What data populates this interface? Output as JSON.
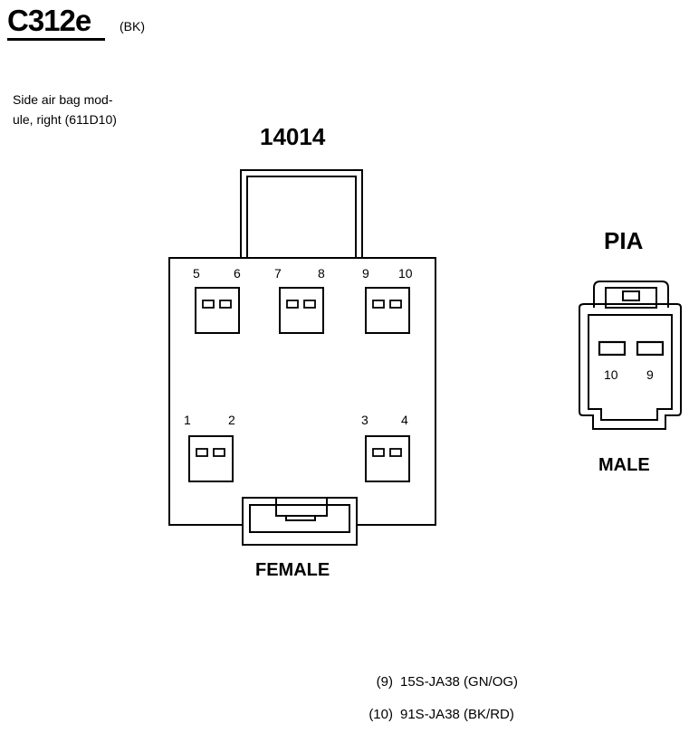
{
  "header": {
    "connector_id": "C312e",
    "color_code": "(BK)"
  },
  "description": {
    "line1": "Side air bag mod-",
    "line2": "ule, right (611D10)"
  },
  "female_connector": {
    "part_number": "14014",
    "label": "FEMALE",
    "pins_top": [
      "5",
      "6",
      "7",
      "8",
      "9",
      "10"
    ],
    "pins_bottom": [
      "1",
      "2",
      "3",
      "4"
    ]
  },
  "male_connector": {
    "title": "PIA",
    "label": "MALE",
    "pins": [
      "10",
      "9"
    ]
  },
  "legend": [
    {
      "pin": "(9)",
      "circuit": "15S-JA38 (GN/OG)"
    },
    {
      "pin": "(10)",
      "circuit": "91S-JA38 (BK/RD)"
    }
  ]
}
